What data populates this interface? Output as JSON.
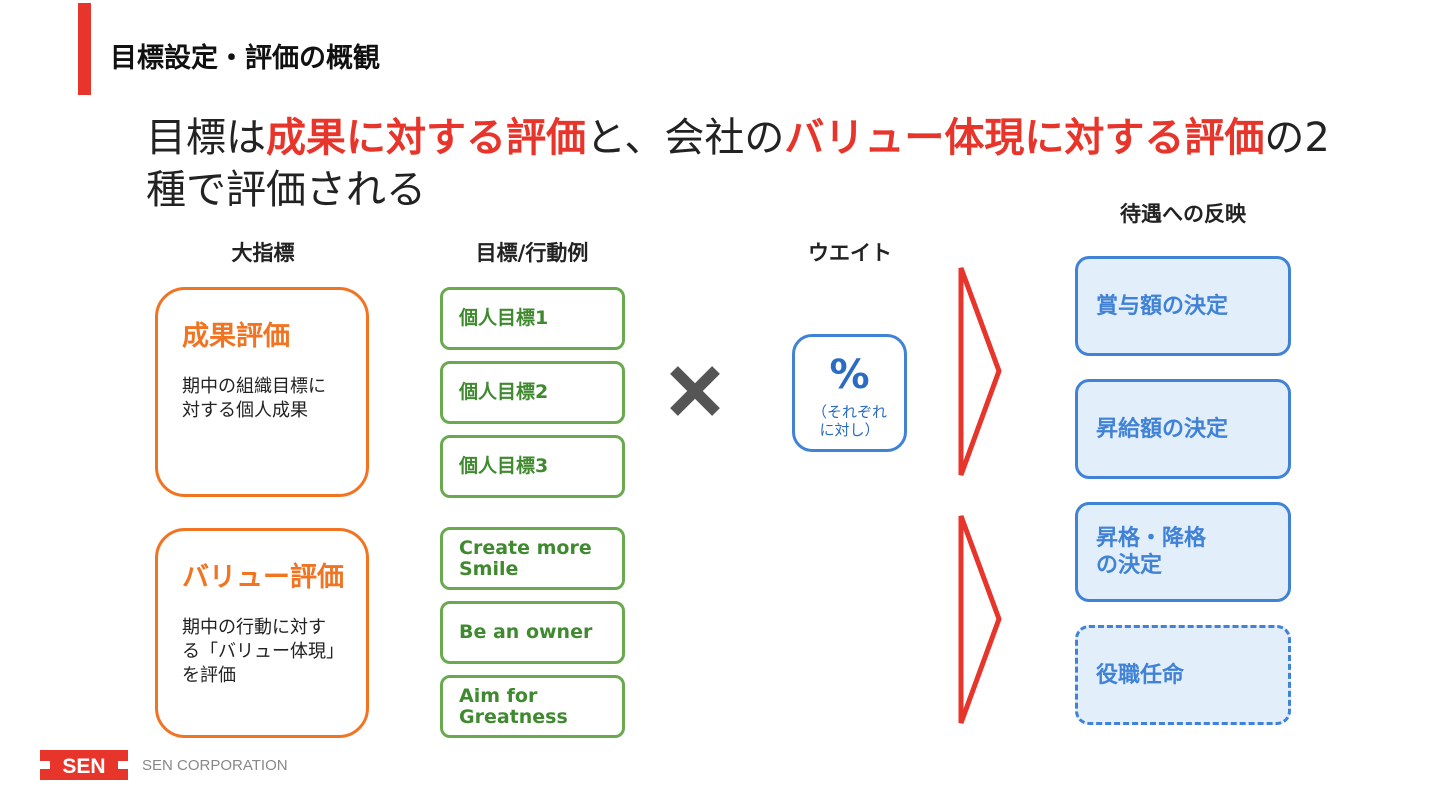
{
  "header": {
    "title": "目標設定・評価の概観"
  },
  "headline": {
    "parts": [
      {
        "text": "目標は",
        "highlight": false
      },
      {
        "text": "成果に対する評価",
        "highlight": true
      },
      {
        "text": "と、会社の",
        "highlight": false
      },
      {
        "text": "バリュー体現に対する評価",
        "highlight": true
      },
      {
        "text": "の2種で評価される",
        "highlight": false
      }
    ]
  },
  "columns": {
    "major_indicator": "大指標",
    "goals_actions": "目標/行動例",
    "weight": "ウエイト",
    "treatment": "待遇への反映"
  },
  "evaluations": [
    {
      "title": "成果評価",
      "description": "期中の組織目標に\n対する個人成果"
    },
    {
      "title": "バリュー評価",
      "description": "期中の行動に対す\nる「バリュー体現」\nを評価"
    }
  ],
  "goals": [
    "個人目標1",
    "個人目標2",
    "個人目標3",
    "Create more\nSmile",
    "Be an owner",
    "Aim for\nGreatness"
  ],
  "weight_box": {
    "symbol": "%",
    "note": "（それぞれ\nに対し）"
  },
  "rewards": [
    {
      "label": "賞与額の決定",
      "dashed": false
    },
    {
      "label": "昇給額の決定",
      "dashed": false
    },
    {
      "label": "昇格・降格\nの決定",
      "dashed": false
    },
    {
      "label": "役職任命",
      "dashed": true
    }
  ],
  "footer": {
    "logo_text": "SEN",
    "company": "SEN CORPORATION"
  },
  "colors": {
    "accent_red": "#e8352b",
    "orange": "#f07422",
    "green": "#6aaa4f",
    "blue": "#3f82d6",
    "light_blue_fill": "#e3eefb",
    "times_gray": "#555555"
  },
  "icons": {
    "multiply": "multiply-icon",
    "arrows": "chevron-right-arrow-icon"
  }
}
